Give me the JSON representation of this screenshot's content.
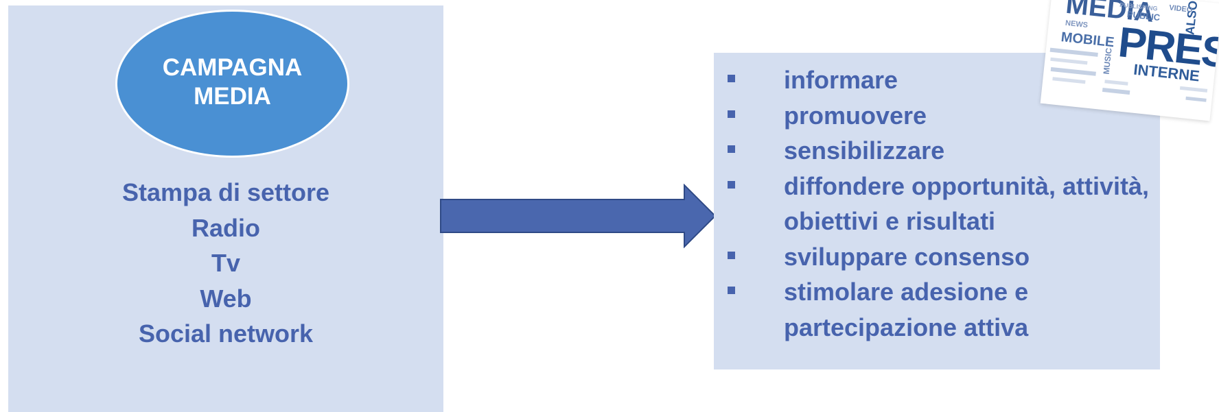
{
  "left_panel": {
    "ellipse_title": "CAMPAGNA MEDIA",
    "channels": [
      "Stampa di settore",
      "Radio",
      "Tv",
      "Web",
      "Social network"
    ]
  },
  "right_panel": {
    "goals": [
      "informare",
      "promuovere",
      "sensibilizzare",
      "diffondere opportunità, attività, obiettivi e risultati",
      "sviluppare  consenso",
      "stimolare adesione e partecipazione attiva"
    ]
  },
  "word_cloud_image": {
    "words": [
      "MEDIA",
      "PRES",
      "INTERNE",
      "MOBILE",
      "PUBLIC",
      "ALSO",
      "NEWS",
      "MUSIC",
      "VIDEO",
      "PUBLISHING"
    ]
  },
  "colors": {
    "panel_bg": "#d4def0",
    "ellipse_fill": "#4a90d3",
    "text_blue": "#4763ad",
    "arrow_fill": "#4a67ae",
    "arrow_stroke": "#2f4a86"
  }
}
